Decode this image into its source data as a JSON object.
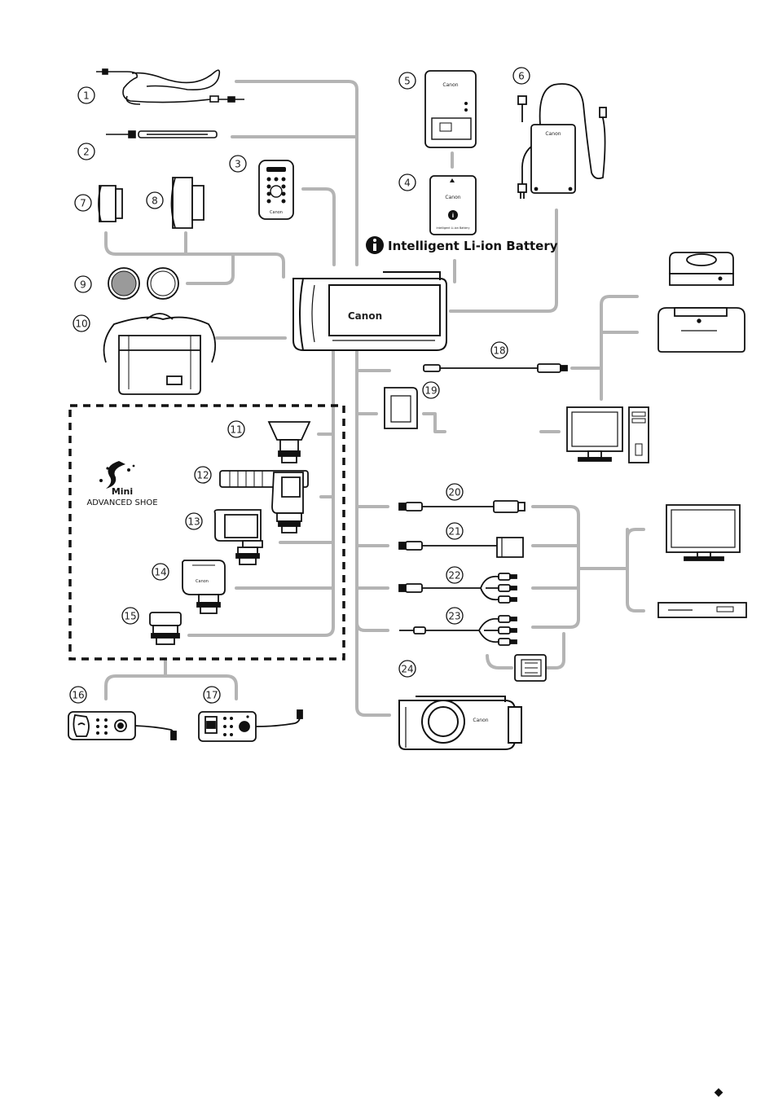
{
  "battery_label": "Intelligent Li-ion Battery",
  "shoe_logo": {
    "line1": "Mini",
    "line2": "ADVANCED SHOE"
  },
  "brand": "Canon",
  "battery_text": "Intelligent Li-ion Battery",
  "page_marker": "◆",
  "items": [
    {
      "n": "1",
      "name": "shoulder-strap"
    },
    {
      "n": "2",
      "name": "wrist-strap"
    },
    {
      "n": "3",
      "name": "wireless-controller"
    },
    {
      "n": "4",
      "name": "battery-pack"
    },
    {
      "n": "5",
      "name": "battery-charger"
    },
    {
      "n": "6",
      "name": "compact-power-adapter"
    },
    {
      "n": "7",
      "name": "tele-converter"
    },
    {
      "n": "8",
      "name": "wide-converter"
    },
    {
      "n": "9",
      "name": "filters"
    },
    {
      "n": "10",
      "name": "soft-carrying-case"
    },
    {
      "n": "11",
      "name": "microphone-adapter"
    },
    {
      "n": "12",
      "name": "shotgun-microphone"
    },
    {
      "n": "13",
      "name": "video-light"
    },
    {
      "n": "14",
      "name": "flash-light"
    },
    {
      "n": "15",
      "name": "shoe-adapter"
    },
    {
      "n": "16",
      "name": "remote-controller-a"
    },
    {
      "n": "17",
      "name": "remote-controller-b"
    },
    {
      "n": "18",
      "name": "usb-cable"
    },
    {
      "n": "19",
      "name": "memory-card"
    },
    {
      "n": "20",
      "name": "hdmi-cable"
    },
    {
      "n": "21",
      "name": "component-cable"
    },
    {
      "n": "22",
      "name": "stereo-video-cable"
    },
    {
      "n": "23",
      "name": "av-cable"
    },
    {
      "n": "24",
      "name": "waterproof-case"
    }
  ]
}
